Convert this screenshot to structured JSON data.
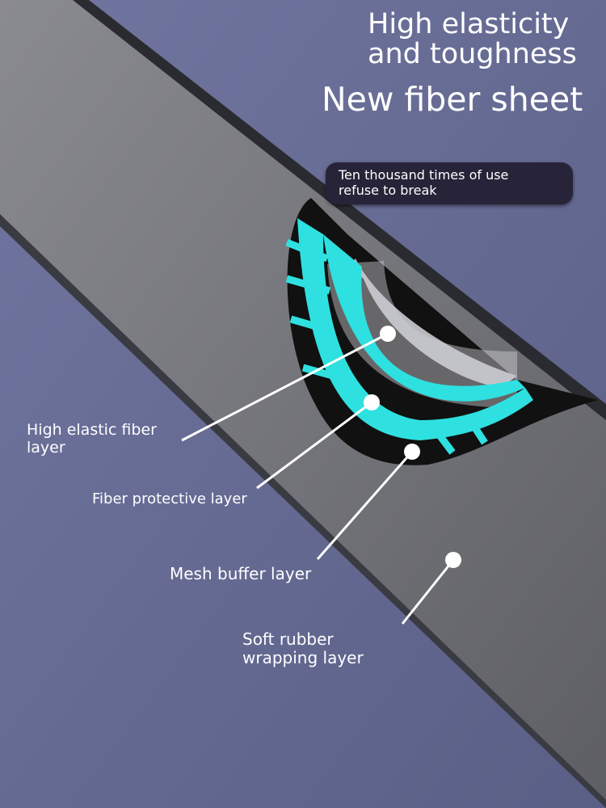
{
  "headline": "High elasticity\nand toughness",
  "title": "New fiber sheet",
  "badge": "Ten thousand times of use\nrefuse to break",
  "labels": {
    "high_elastic": "High elastic fiber\nlayer",
    "protective": "Fiber protective layer",
    "mesh": "Mesh buffer layer",
    "rubber": "Soft rubber\nwrapping layer"
  },
  "colors": {
    "background": "#5d6289",
    "band": "#6d6e74",
    "accent": "#2fe0e0",
    "badge": "#272338"
  }
}
